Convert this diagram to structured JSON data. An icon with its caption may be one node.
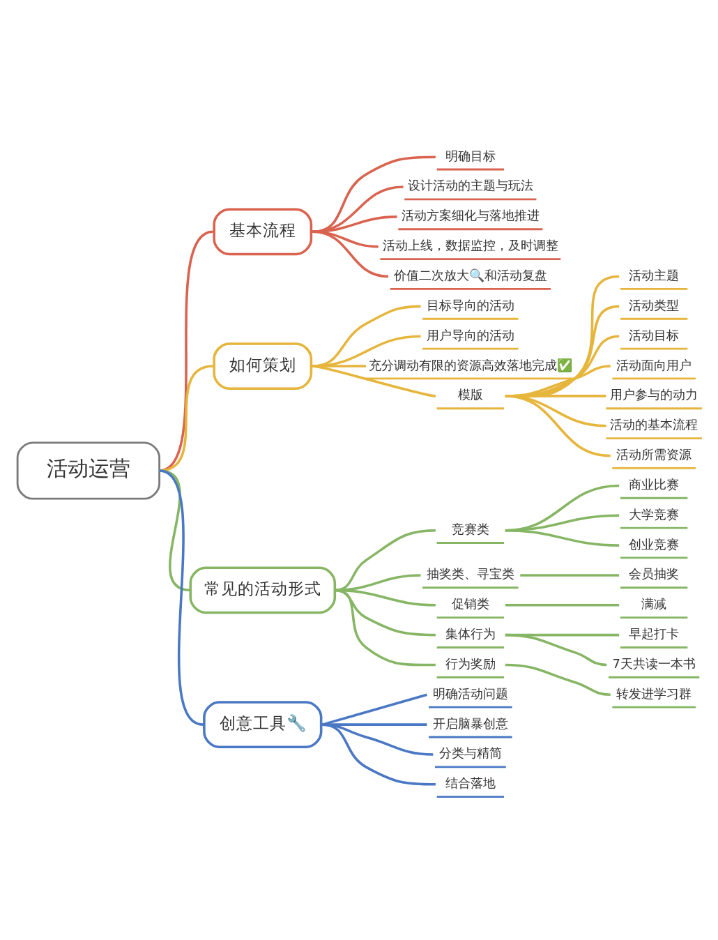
{
  "diagram": {
    "nodes": [
      {
        "text": [
          "活动运营"
        ]
      },
      {
        "text": [
          "基本流程"
        ]
      },
      {
        "text": [
          "明确目标"
        ]
      },
      {
        "text": [
          "设计活动的主题与玩法"
        ]
      },
      {
        "text": [
          "活动方案细化与落地推进"
        ]
      },
      {
        "text": [
          "活动上线，数据监控，及时调整"
        ]
      },
      {
        "text": [
          "价值二次放大🔍和活动复盘"
        ]
      },
      {
        "text": [
          "如何策划"
        ]
      },
      {
        "text": [
          "目标导向的活动"
        ]
      },
      {
        "text": [
          "用户导向的活动"
        ]
      },
      {
        "text": [
          "充分调动有限的资源高效落地完成✅"
        ]
      },
      {
        "text": [
          "模版"
        ]
      },
      {
        "text": [
          "活动主题"
        ]
      },
      {
        "text": [
          "活动类型"
        ]
      },
      {
        "text": [
          "活动目标"
        ]
      },
      {
        "text": [
          "活动面向用户"
        ]
      },
      {
        "text": [
          "用户参与的动力"
        ]
      },
      {
        "text": [
          "活动的基本流程"
        ]
      },
      {
        "text": [
          "活动所需资源"
        ]
      },
      {
        "text": [
          "常见的活动形式"
        ]
      },
      {
        "text": [
          "竞赛类"
        ]
      },
      {
        "text": [
          "商业比赛"
        ]
      },
      {
        "text": [
          "大学竞赛"
        ]
      },
      {
        "text": [
          "创业竞赛"
        ]
      },
      {
        "text": [
          "抽奖类、寻宝类"
        ]
      },
      {
        "text": [
          "会员抽奖"
        ]
      },
      {
        "text": [
          "促销类"
        ]
      },
      {
        "text": [
          "满减"
        ]
      },
      {
        "text": [
          "集体行为"
        ]
      },
      {
        "text": [
          "早起打卡"
        ]
      },
      {
        "text": [
          "7天共读一本书"
        ]
      },
      {
        "text": [
          "行为奖励"
        ]
      },
      {
        "text": [
          "转发进学习群"
        ]
      },
      {
        "text": [
          "创意工具🔧"
        ]
      },
      {
        "text": [
          "明确活动问题"
        ]
      },
      {
        "text": [
          "开启脑暴创意"
        ]
      },
      {
        "text": [
          "分类与精简"
        ]
      },
      {
        "text": [
          "结合落地"
        ]
      }
    ],
    "edges": [
      {
        "from": 0,
        "to": 1,
        "arrow": "none",
        "color": "#d9634f"
      },
      {
        "from": 1,
        "to": 2,
        "arrow": "none",
        "color": "#d9634f"
      },
      {
        "from": 1,
        "to": 3,
        "arrow": "none",
        "color": "#d9634f"
      },
      {
        "from": 1,
        "to": 4,
        "arrow": "none",
        "color": "#d9634f"
      },
      {
        "from": 1,
        "to": 5,
        "arrow": "none",
        "color": "#d9634f"
      },
      {
        "from": 1,
        "to": 6,
        "arrow": "none",
        "color": "#d9634f"
      },
      {
        "from": 0,
        "to": 7,
        "arrow": "none",
        "color": "#e6b53c"
      },
      {
        "from": 7,
        "to": 8,
        "arrow": "none",
        "color": "#e6b53c"
      },
      {
        "from": 7,
        "to": 9,
        "arrow": "none",
        "color": "#e6b53c"
      },
      {
        "from": 7,
        "to": 10,
        "arrow": "none",
        "color": "#e6b53c"
      },
      {
        "from": 7,
        "to": 11,
        "arrow": "none",
        "color": "#e6b53c"
      },
      {
        "from": 11,
        "to": 12,
        "arrow": "none",
        "color": "#e6b53c"
      },
      {
        "from": 11,
        "to": 13,
        "arrow": "none",
        "color": "#e6b53c"
      },
      {
        "from": 11,
        "to": 14,
        "arrow": "none",
        "color": "#e6b53c"
      },
      {
        "from": 11,
        "to": 15,
        "arrow": "none",
        "color": "#e6b53c"
      },
      {
        "from": 11,
        "to": 16,
        "arrow": "none",
        "color": "#e6b53c"
      },
      {
        "from": 11,
        "to": 17,
        "arrow": "none",
        "color": "#e6b53c"
      },
      {
        "from": 11,
        "to": 18,
        "arrow": "none",
        "color": "#e6b53c"
      },
      {
        "from": 0,
        "to": 19,
        "arrow": "none"
      },
      {
        "from": 19,
        "to": 20,
        "arrow": "none"
      },
      {
        "from": 20,
        "to": 21,
        "arrow": "none"
      },
      {
        "from": 20,
        "to": 22,
        "arrow": "none"
      },
      {
        "from": 20,
        "to": 23,
        "arrow": "none"
      },
      {
        "from": 19,
        "to": 24,
        "arrow": "none"
      },
      {
        "from": 24,
        "to": 25,
        "arrow": "none"
      },
      {
        "from": 19,
        "to": 26,
        "arrow": "none"
      },
      {
        "from": 26,
        "to": 27,
        "arrow": "none"
      },
      {
        "from": 19,
        "to": 28,
        "arrow": "none"
      },
      {
        "from": 28,
        "to": 29,
        "arrow": "none"
      },
      {
        "from": 28,
        "to": 30,
        "arrow": "none"
      },
      {
        "from": 19,
        "to": 31,
        "arrow": "none"
      },
      {
        "from": 31,
        "to": 32,
        "arrow": "none"
      },
      {
        "from": 0,
        "to": 33,
        "arrow": "none",
        "color": "#4a78c4"
      },
      {
        "from": 33,
        "to": 34,
        "arrow": "none",
        "color": "#4a78c4"
      },
      {
        "from": 33,
        "to": 35,
        "arrow": "none",
        "color": "#4a78c4"
      },
      {
        "from": 33,
        "to": 36,
        "arrow": "none",
        "color": "#4a78c4"
      },
      {
        "from": 33,
        "to": 37,
        "arrow": "none",
        "color": "#4a78c4"
      }
    ]
  }
}
